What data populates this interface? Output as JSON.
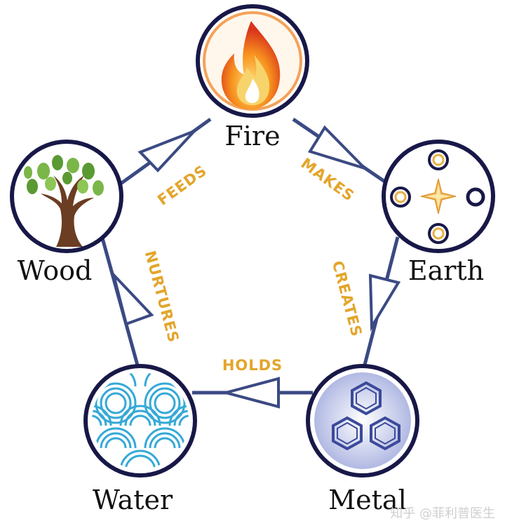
{
  "elements": {
    "fire": {
      "label": "Fire"
    },
    "earth": {
      "label": "Earth"
    },
    "metal": {
      "label": "Metal"
    },
    "water": {
      "label": "Water"
    },
    "wood": {
      "label": "Wood"
    }
  },
  "relations": {
    "fire_to_earth": "MAKES",
    "earth_to_metal": "CREATES",
    "metal_to_water": "HOLDS",
    "water_to_wood": "NURTURES",
    "wood_to_fire": "FEEDS"
  },
  "watermark": "知乎 @菲利普医生",
  "colors": {
    "edge": "#3b4a83",
    "circle_border": "#181848",
    "verb": "#e3a52b",
    "water_wave": "#35a9d6",
    "metal_hex": "#3b4a9a"
  }
}
